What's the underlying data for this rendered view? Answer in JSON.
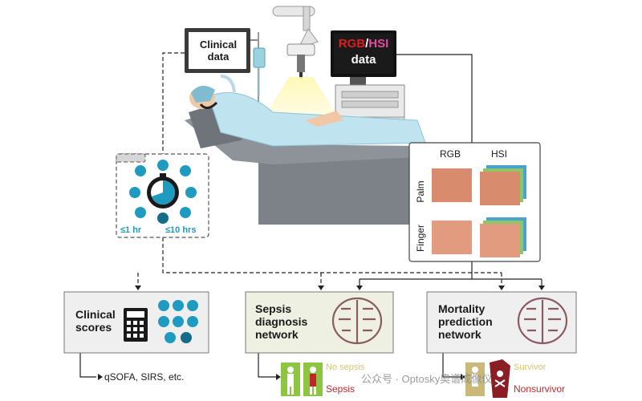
{
  "clinical_data_label": "Clinical\ndata",
  "imaging_data_label": {
    "rgb": "RGB",
    "slash": "/",
    "hsi": "HSI",
    "data": "data"
  },
  "data_collection": {
    "time_short": "≤1 hr",
    "time_long": "≤10 hrs"
  },
  "image_grid": {
    "col_rgb": "RGB",
    "col_hsi": "HSI",
    "row_palm": "Palm",
    "row_finger": "Finger"
  },
  "boxes": {
    "clinical_scores": "Clinical\nscores",
    "sepsis_network": "Sepsis\ndiagnosis\nnetwork",
    "mortality_network": "Mortality\nprediction\nnetwork"
  },
  "outputs": {
    "scores_list": "qSOFA, SIRS, etc.",
    "no_sepsis": "No sepsis",
    "sepsis": "Sepsis",
    "survivor": "Survivor",
    "nonsurvivor": "Nonsurvivor"
  },
  "watermark": "公众号 · Optosky奥谱成像仪",
  "colors": {
    "teal": "#1e9bbf",
    "teal_dark": "#136c88",
    "sepsis_red": "#c0272d",
    "survivor_gold": "#d9c46a",
    "box_green": "#eef1e2",
    "box_gray": "#efefef",
    "screen_red": "#e21c1c",
    "screen_pink": "#e84aa0",
    "bed_gray": "#7d8288",
    "gown_blue": "#bfe3ef"
  }
}
